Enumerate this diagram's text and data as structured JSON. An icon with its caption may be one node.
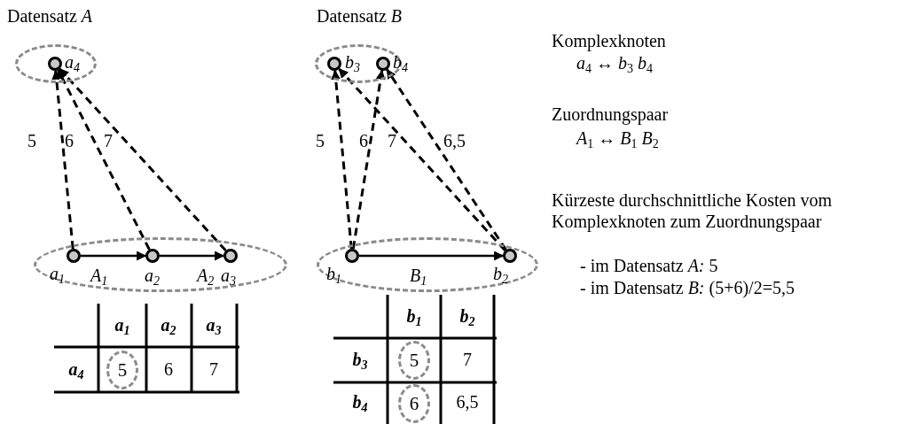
{
  "diagram": {
    "nodes": [
      {
        "text": [],
        "shape": "ellipse"
      },
      {
        "text": [],
        "shape": "circle",
        "in": 0,
        "beside": [
          "a$_{4}$"
        ]
      },
      {
        "text": [],
        "shape": "ellipse"
      },
      {
        "text": [],
        "shape": "circle",
        "in": 2,
        "beside": [
          "a$_{1}$"
        ]
      },
      {
        "text": [],
        "shape": "circle",
        "in": 2,
        "beside": [
          "a$_{2}$"
        ]
      },
      {
        "text": [],
        "shape": "circle",
        "in": 2,
        "beside": [
          "a$_{3}$"
        ]
      },
      {
        "text": [],
        "shape": "ellipse"
      },
      {
        "text": [],
        "shape": "circle",
        "in": 6,
        "beside": [
          "b$_{3}$"
        ]
      },
      {
        "text": [],
        "shape": "circle",
        "in": 6,
        "beside": [
          "b$_{4}$"
        ]
      },
      {
        "text": [],
        "shape": "ellipse"
      },
      {
        "text": [],
        "shape": "circle",
        "in": 9,
        "beside": [
          "b$_{1}$"
        ]
      },
      {
        "text": [],
        "shape": "circle",
        "in": 9,
        "beside": [
          "b$_{2}$"
        ]
      },
      {
        "text": [
          "5"
        ]
      },
      {
        "text": [
          "5"
        ]
      },
      {
        "text": [
          "6"
        ]
      }
    ],
    "edges": [
      {
        "from": 3,
        "to": 1,
        "arrow": "to",
        "label": "5",
        "style": "dashed"
      },
      {
        "from": 4,
        "to": 1,
        "arrow": "to",
        "label": "6",
        "style": "dashed"
      },
      {
        "from": 5,
        "to": 1,
        "arrow": "to",
        "label": "7",
        "style": "dashed"
      },
      {
        "from": 3,
        "to": 4,
        "arrow": "to",
        "label": "A$_{1}$"
      },
      {
        "from": 4,
        "to": 5,
        "arrow": "to",
        "label": "A$_{2}$"
      },
      {
        "from": 10,
        "to": 7,
        "arrow": "to",
        "label": "5",
        "style": "dashed"
      },
      {
        "from": 10,
        "to": 8,
        "arrow": "to",
        "label": "6",
        "style": "dashed"
      },
      {
        "from": 11,
        "to": 7,
        "arrow": "to",
        "label": "7",
        "style": "dashed"
      },
      {
        "from": 11,
        "to": 8,
        "arrow": "to",
        "label": "6,5",
        "style": "dashed"
      },
      {
        "from": 10,
        "to": 11,
        "arrow": "to",
        "label": "B$_{1}$"
      }
    ],
    "labels": [
      "Datensatz *A*",
      "Datensatz *B*",
      "Komplexknoten",
      "*a*$_{4}$ ↔ *b*$_{3}$ *b*$_{4}$",
      "Zuordnungspaar",
      "*A*$_{1}$ ↔ *B*$_{1}$ *B*$_{2}$",
      "Kürzeste durchschnittliche Kosten vom Komplexknoten zum Zuordnungspaar",
      "- im Datensatz *A:* 5",
      "- im Datensatz *B:* (5+6)/2=5,5",
      "a$_{1}$",
      "a$_{2}$",
      "a$_{3}$",
      "a$_{4}$",
      "6",
      "7",
      "b$_{1}$",
      "b$_{2}$",
      "b$_{3}$",
      "7",
      "b$_{4}$",
      "6,5"
    ]
  }
}
